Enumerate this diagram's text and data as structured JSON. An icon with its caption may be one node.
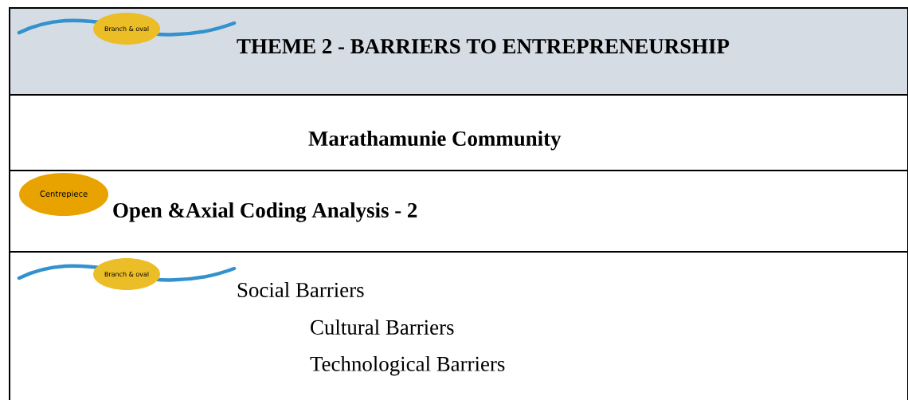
{
  "diagram": {
    "nodes": [
      {
        "text": [
          "THEME 2 - BARRIERS TO ENTREPRENEURSHIP"
        ]
      },
      {
        "text": [
          "Branch & oval"
        ],
        "in": 0
      },
      {
        "text": [
          "Marathamunie Community"
        ]
      },
      {
        "text": [
          "Open &Axial Coding Analysis - 2"
        ]
      },
      {
        "text": [
          "Centrepiece"
        ],
        "in": 3
      },
      {
        "text": [
          "Social Barriers",
          "Cultural Barriers",
          "Technological Barriers"
        ]
      },
      {
        "text": [
          "Branch & oval"
        ],
        "in": 5
      }
    ]
  }
}
